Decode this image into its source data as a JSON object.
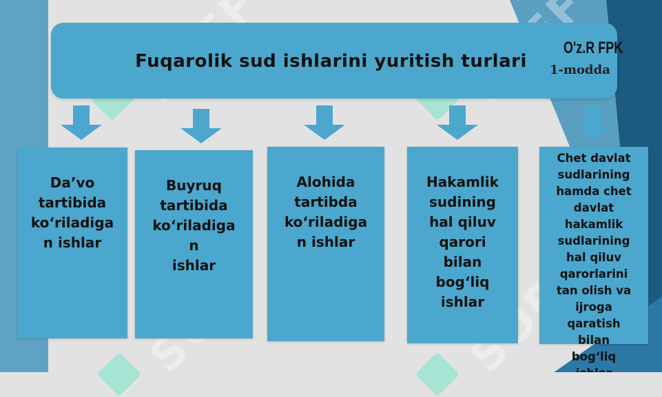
{
  "header": {
    "title": "Fuqarolik sud ishlarini yuritish turlari",
    "law_reference": "O'z.R FPK",
    "article": "1-modda"
  },
  "watermark_text": "SOFF",
  "categories": [
    {
      "label": "Da’vo\ntartibida\nko‘riladiga\nn ishlar"
    },
    {
      "label": "Buyruq\ntartibida\nko‘riladiga\nn\nishlar"
    },
    {
      "label": "Alohida\ntartibda\nko‘riladiga\nn ishlar"
    },
    {
      "label": "Hakamlik\nsudining\nhal qiluv\nqarori\nbilan\nbog‘liq\nishlar"
    },
    {
      "label": "Chet davlat\nsudlarining\nhamda chet\ndavlat\nhakamlik\nsudlarining\nhal qiluv\nqarorlarini\ntan olish va\nijroga\nqaratish\nbilan\nbog‘liq\nishlar"
    }
  ],
  "colors": {
    "box": "#4ba7cd",
    "background": "#e2e2e2",
    "accent_dark": "#1d5a80"
  }
}
